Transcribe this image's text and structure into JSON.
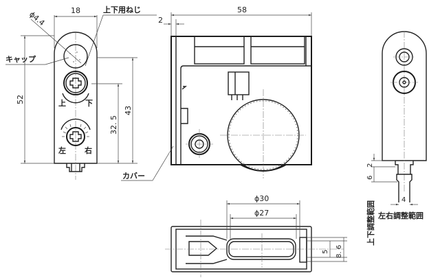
{
  "drawing": {
    "title": "Door roller assembly technical drawing",
    "views": {
      "front_view": {
        "labels": {
          "dia_hole": "ϕ4.4",
          "screw_label": "上下用ねじ",
          "cap_label": "キャップ",
          "up": "上",
          "down": "下",
          "left": "左",
          "right": "右"
        },
        "dimensions": {
          "width": "18",
          "height_total": "52",
          "height_to_screw": "43",
          "height_to_roller": "32. 5"
        }
      },
      "side_view": {
        "labels": {
          "cover_label": "カバー"
        },
        "dimensions": {
          "length": "58",
          "flange": "2"
        }
      },
      "bottom_view": {
        "dimensions": {
          "outer_dia": "ϕ30",
          "inner_dia": "ϕ27",
          "roller_width": "5",
          "overall_width": "8. 6"
        }
      },
      "rear_view": {
        "labels": {
          "vertical_range": "上下調整範囲",
          "horizontal_range": "左右調整範囲"
        },
        "dimensions": {
          "gap": "2",
          "vertical_adjust": "6",
          "horizontal_adjust": "4"
        }
      }
    }
  }
}
